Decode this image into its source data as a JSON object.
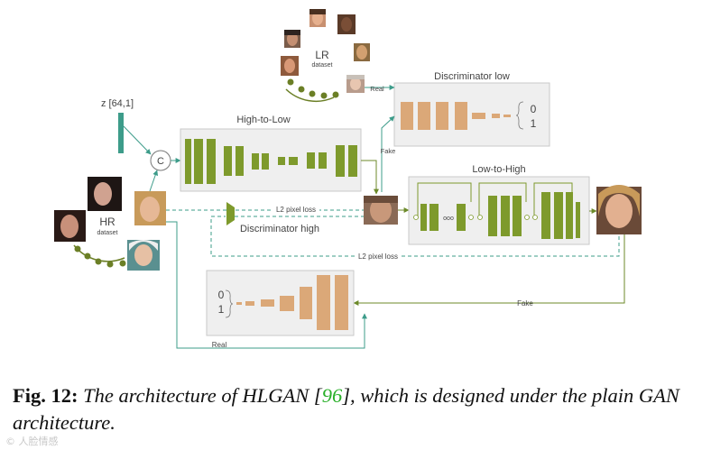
{
  "diagram": {
    "lr_dataset": {
      "title": "LR",
      "subtitle": "dataset"
    },
    "hr_dataset": {
      "title": "HR",
      "subtitle": "dataset"
    },
    "z_label": "z [64,1]",
    "concat_label": "C",
    "high_to_low_label": "High-to-Low",
    "low_to_high_label": "Low-to-High",
    "disc_low_label": "Discriminator low",
    "disc_high_label": "Discriminator high",
    "l2_loss_top": "L2 pixel loss",
    "l2_loss_bottom": "L2 pixel loss",
    "real_top": "Real",
    "fake_top": "Fake",
    "fake_bottom": "Fake",
    "real_bottom": "Real",
    "disc_low_output_0": "0",
    "disc_low_output_1": "1",
    "disc_high_output_0": "0",
    "disc_high_output_1": "1",
    "dots_label": "ooo",
    "colors": {
      "generator_green": "#7e9a2c",
      "discriminator_orange": "#dba878",
      "arrow_teal": "#3d9c8a",
      "box_gray": "#efefef",
      "dataset_dot": "#6b7f26"
    }
  },
  "caption": {
    "fig_label": "Fig. 12:",
    "text_before": " The architecture of HLGAN [",
    "ref": "96",
    "text_after": "], which is designed under the plain GAN architecture."
  },
  "watermark": "© 人脸情感"
}
